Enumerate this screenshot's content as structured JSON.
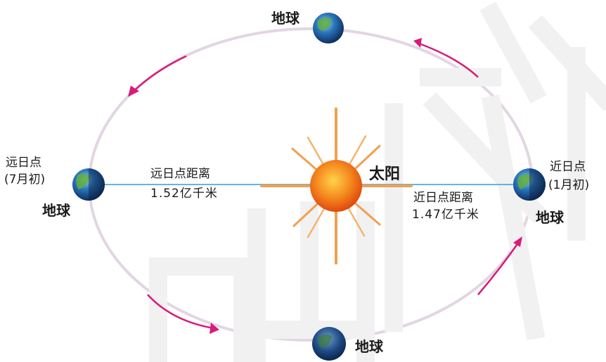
{
  "diagram": {
    "sun": {
      "label": "太阳"
    },
    "earth_label": "地球",
    "left": {
      "point_name": "远日点",
      "date": "(7月初)",
      "distance_name": "远日点距离",
      "distance_value": "1.52亿千米"
    },
    "right": {
      "point_name": "近日点",
      "date": "(1月初)",
      "distance_name": "近日点距离",
      "distance_value": "1.47亿千米"
    },
    "watermark": "图出版社",
    "colors": {
      "orbit": "#e2d6e2",
      "arrow": "#d81b7a",
      "distance_line": "#2f9fd8",
      "sun_core": "#f07c1c",
      "sun_ray": "#f0a050",
      "earth_land": "#5fae3f",
      "earth_sea": "#1f5a9a"
    }
  }
}
